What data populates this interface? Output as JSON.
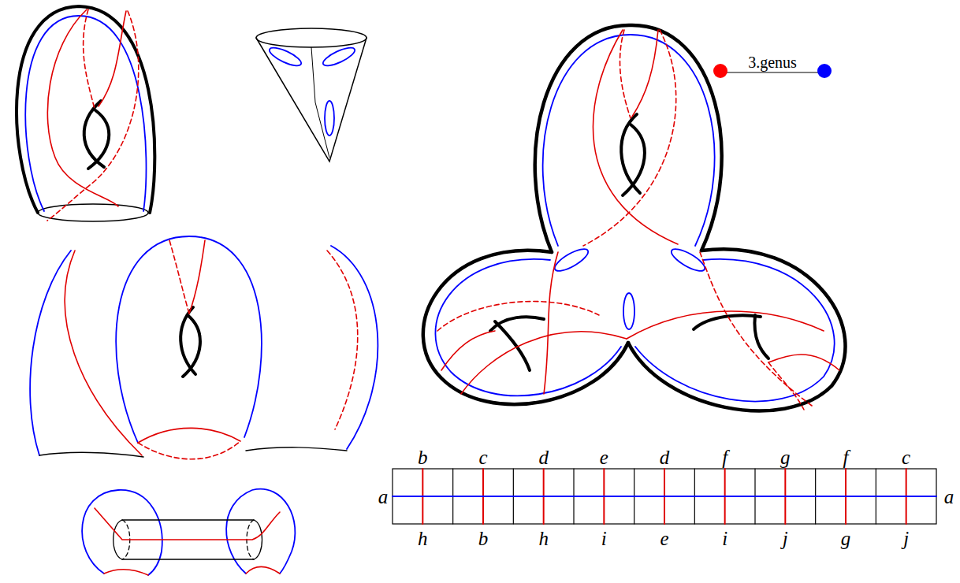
{
  "diagram": {
    "labels": [
      "3.genus",
      "b",
      "c",
      "d",
      "e",
      "d",
      "f",
      "g",
      "f",
      "c",
      "a",
      "a",
      "h",
      "b",
      "h",
      "i",
      "e",
      "i",
      "j",
      "g",
      "j"
    ]
  }
}
